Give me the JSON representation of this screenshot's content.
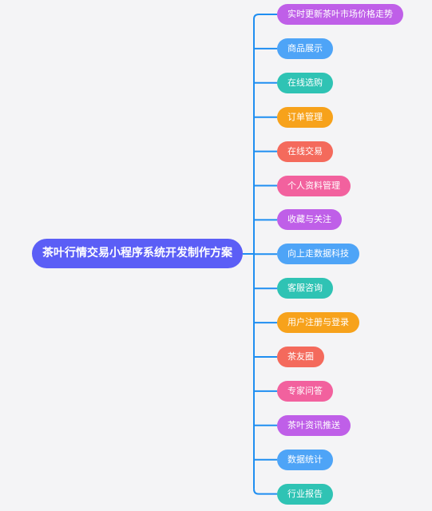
{
  "mindmap": {
    "root": {
      "label": "茶叶行情交易小程序系统开发制作方案",
      "color": "#5b5ef6"
    },
    "line_color": "#1f8ef1",
    "branches": [
      {
        "label": "实时更新茶叶市场价格走势",
        "color": "#bf5fe8"
      },
      {
        "label": "商品展示",
        "color": "#4ea4f7"
      },
      {
        "label": "在线选购",
        "color": "#2fc3b4"
      },
      {
        "label": "订单管理",
        "color": "#f7a21b"
      },
      {
        "label": "在线交易",
        "color": "#f46a5c"
      },
      {
        "label": "个人资料管理",
        "color": "#f2619e"
      },
      {
        "label": "收藏与关注",
        "color": "#bf5fe8"
      },
      {
        "label": "向上走数据科技",
        "color": "#4ea4f7"
      },
      {
        "label": "客服咨询",
        "color": "#2fc3b4"
      },
      {
        "label": "用户注册与登录",
        "color": "#f7a21b"
      },
      {
        "label": "茶友圈",
        "color": "#f46a5c"
      },
      {
        "label": "专家问答",
        "color": "#f2619e"
      },
      {
        "label": "茶叶资讯推送",
        "color": "#bf5fe8"
      },
      {
        "label": "数据统计",
        "color": "#4ea4f7"
      },
      {
        "label": "行业报告",
        "color": "#2fc3b4"
      }
    ]
  }
}
